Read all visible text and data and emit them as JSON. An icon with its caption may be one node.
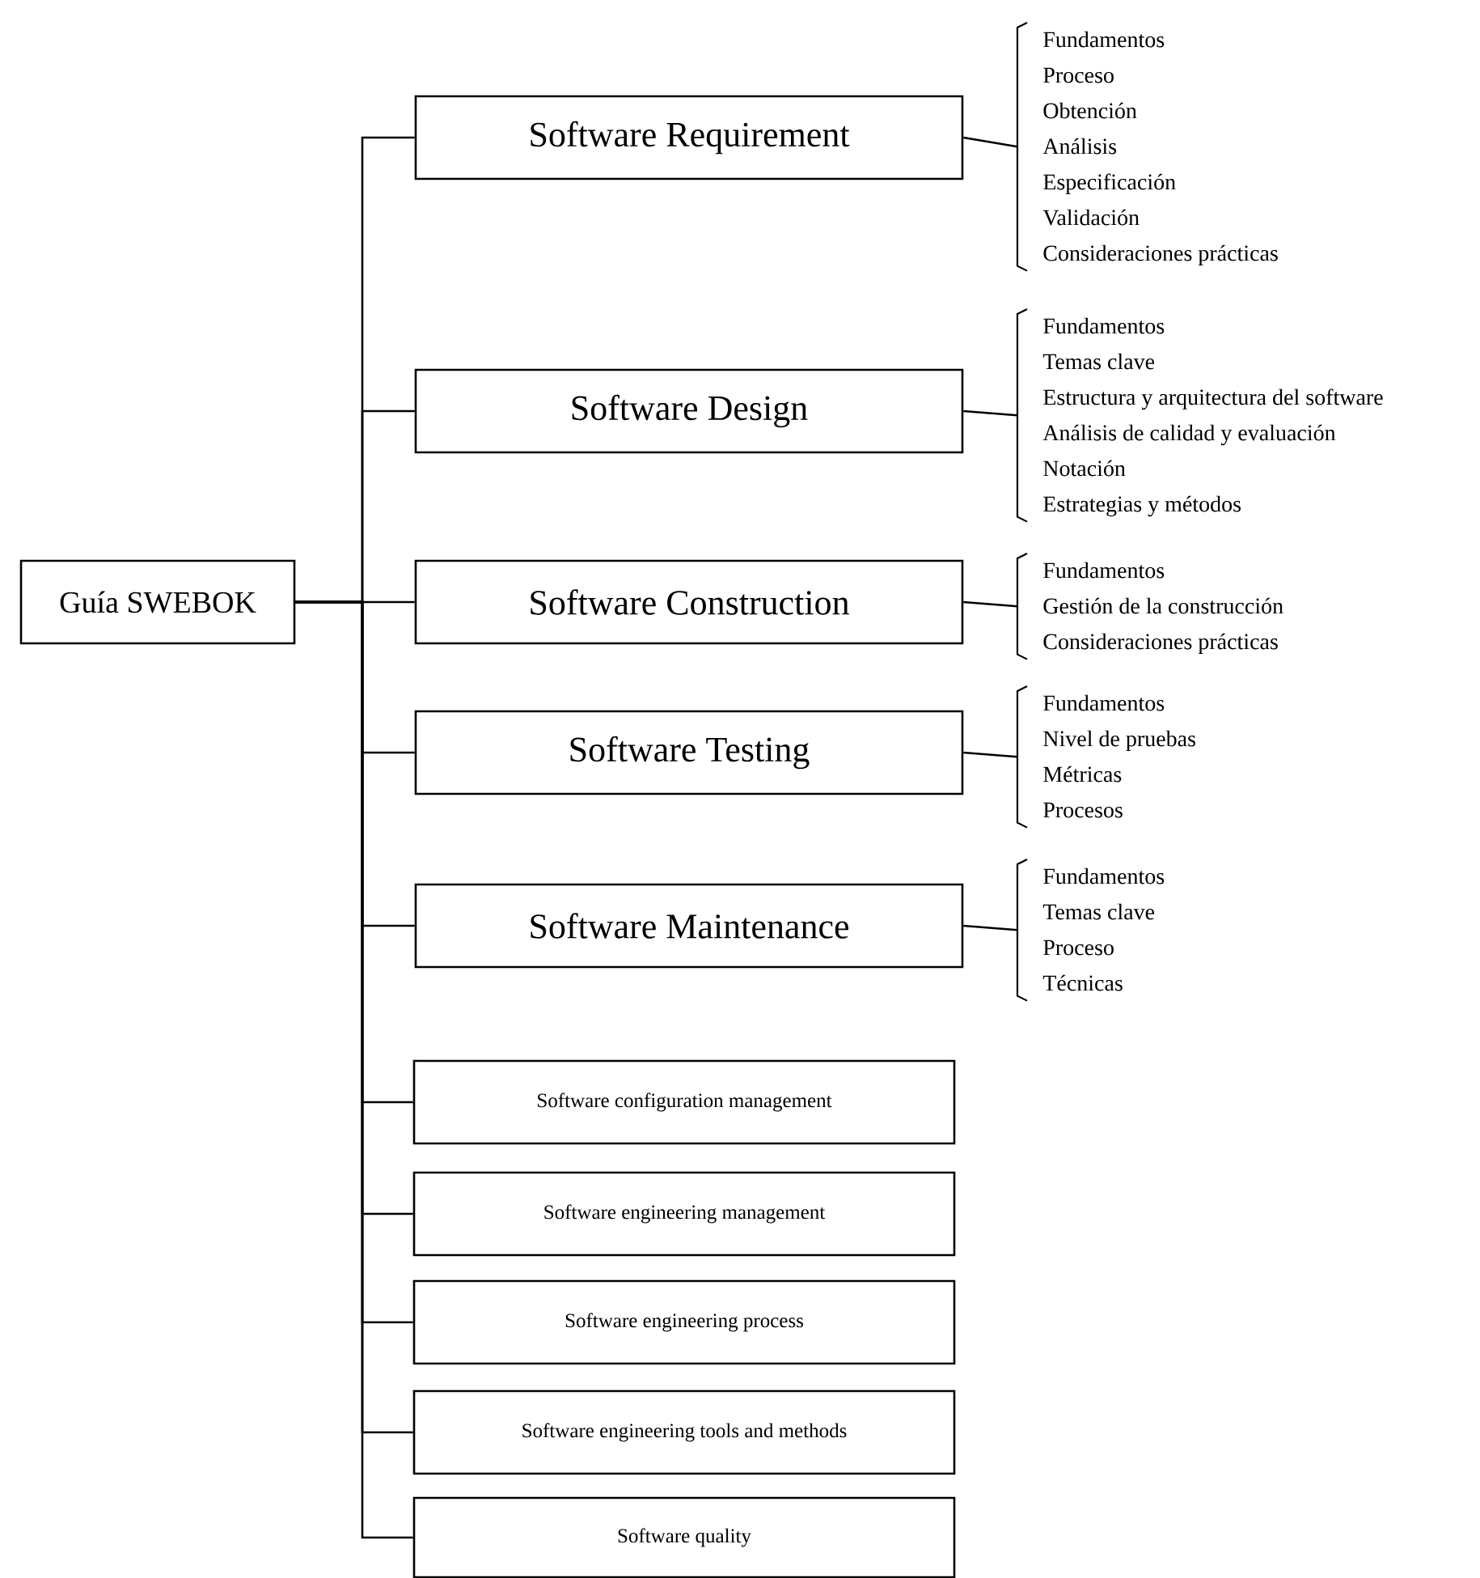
{
  "diagram": {
    "nodes": [
      {
        "text": [
          "Guía SWEBOK"
        ]
      },
      {
        "text": [
          "Software Requirement"
        ]
      },
      {
        "text": [
          "Fundamentos",
          "Proceso",
          "Obtención",
          "Análisis",
          "Especificación",
          "Validación",
          "Consideraciones prácticas"
        ]
      },
      {
        "text": [
          "Software Design"
        ]
      },
      {
        "text": [
          "Fundamentos",
          "Temas clave",
          "Estructura y arquitectura del software",
          "Análisis de calidad y evaluación",
          "Notación",
          "Estrategias y métodos"
        ]
      },
      {
        "text": [
          "Software Construction"
        ]
      },
      {
        "text": [
          "Fundamentos",
          "Gestión de la construcción",
          "Consideraciones prácticas"
        ]
      },
      {
        "text": [
          "Software Testing"
        ]
      },
      {
        "text": [
          "Fundamentos",
          "Nivel de pruebas",
          "Métricas",
          "Procesos"
        ]
      },
      {
        "text": [
          "Software Maintenance"
        ]
      },
      {
        "text": [
          "Fundamentos",
          "Temas clave",
          "Proceso",
          "Técnicas"
        ]
      },
      {
        "text": [
          "Software configuration management"
        ]
      },
      {
        "text": [
          "Software engineering management"
        ]
      },
      {
        "text": [
          "Software engineering process"
        ]
      },
      {
        "text": [
          "Software engineering tools and methods"
        ]
      },
      {
        "text": [
          "Software quality"
        ]
      }
    ],
    "edges": [
      {
        "from": 0,
        "to": 1,
        "arrow": "none"
      },
      {
        "from": 0,
        "to": 3,
        "arrow": "none"
      },
      {
        "from": 0,
        "to": 5,
        "arrow": "none"
      },
      {
        "from": 0,
        "to": 7,
        "arrow": "none"
      },
      {
        "from": 0,
        "to": 9,
        "arrow": "none"
      },
      {
        "from": 0,
        "to": 11,
        "arrow": "none"
      },
      {
        "from": 0,
        "to": 12,
        "arrow": "none"
      },
      {
        "from": 0,
        "to": 13,
        "arrow": "none"
      },
      {
        "from": 0,
        "to": 14,
        "arrow": "none"
      },
      {
        "from": 0,
        "to": 15,
        "arrow": "none"
      },
      {
        "from": 1,
        "to": 2,
        "arrow": "none"
      },
      {
        "from": 3,
        "to": 4,
        "arrow": "none"
      },
      {
        "from": 5,
        "to": 6,
        "arrow": "none"
      },
      {
        "from": 7,
        "to": 8,
        "arrow": "none"
      },
      {
        "from": 9,
        "to": 10,
        "arrow": "none"
      }
    ]
  }
}
